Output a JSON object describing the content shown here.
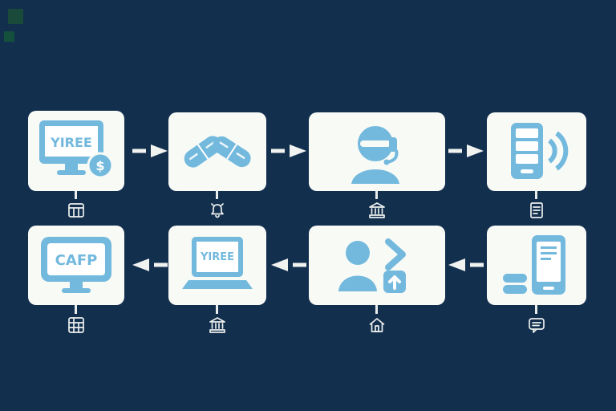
{
  "diagram": {
    "bg_color": "#122f4e",
    "card_color": "#f8faf6",
    "icon_color": "#73b9dd",
    "arrow_color": "#f1f3f1",
    "footer_icon_color": "#edf0ee",
    "nodes": [
      {
        "id": 1,
        "row": "top",
        "icon": "desktop-payment-icon",
        "screen_text": "YIREE",
        "badge_text": "$",
        "footer_icon": "browser-grid-icon"
      },
      {
        "id": 2,
        "row": "top",
        "icon": "pills-icon",
        "footer_icon": "bell-icon"
      },
      {
        "id": 3,
        "row": "top",
        "icon": "support-agent-icon",
        "footer_icon": "bank-icon"
      },
      {
        "id": 4,
        "row": "top",
        "icon": "phone-broadcast-icon",
        "footer_icon": "receipt-icon"
      },
      {
        "id": 5,
        "row": "bottom",
        "icon": "desktop-monitor-icon",
        "screen_text": "CAFP",
        "footer_icon": "ledger-grid-icon"
      },
      {
        "id": 6,
        "row": "bottom",
        "icon": "laptop-icon",
        "screen_text": "YIREE",
        "footer_icon": "bank-icon"
      },
      {
        "id": 7,
        "row": "bottom",
        "icon": "person-transfer-icon",
        "footer_icon": "home-icon"
      },
      {
        "id": 8,
        "row": "bottom",
        "icon": "phone-stack-icon",
        "footer_icon": "chat-icon"
      }
    ],
    "flow": {
      "top_row_direction": "right",
      "bottom_row_direction": "left"
    }
  }
}
